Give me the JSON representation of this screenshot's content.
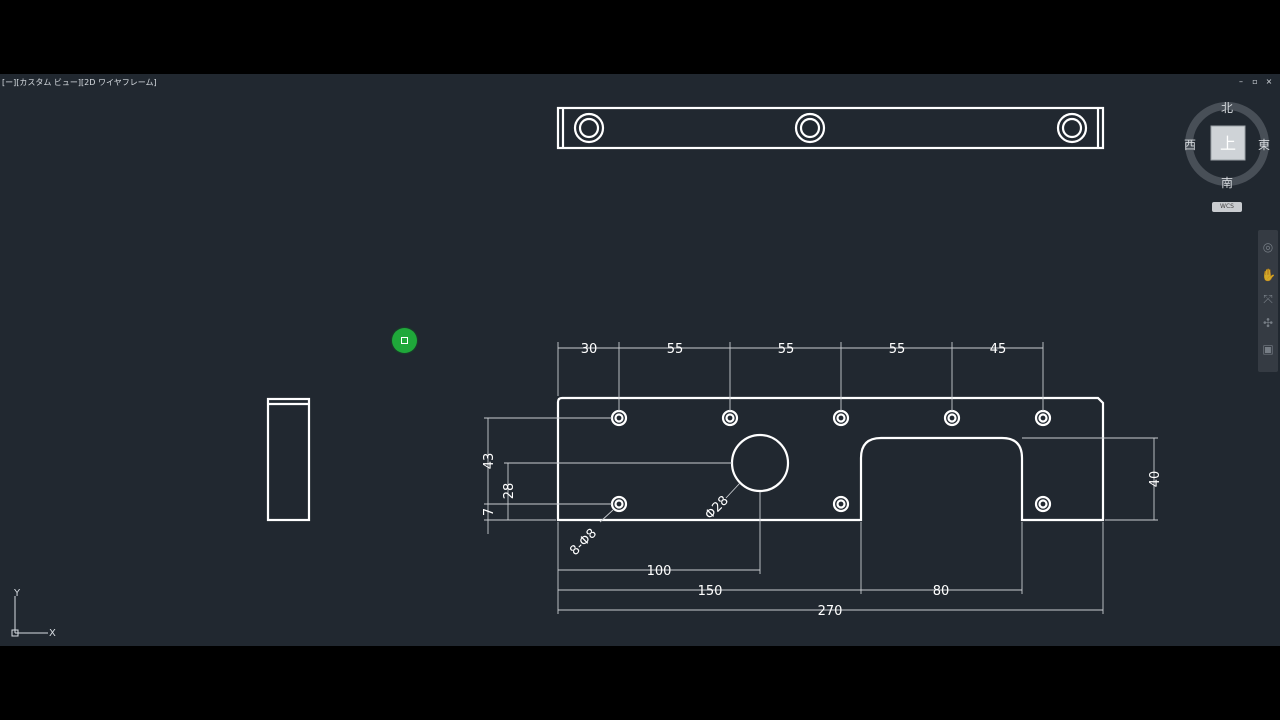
{
  "viewport": {
    "label": "[ー][カスタム ビュー][2D ワイヤフレーム]",
    "window_controls": [
      "–",
      "▫",
      "×"
    ]
  },
  "viewcube": {
    "face": "上",
    "north": "北",
    "south": "南",
    "east": "東",
    "west": "西",
    "wcs": "WCS"
  },
  "ucs": {
    "x_label": "X",
    "y_label": "Y"
  },
  "navbar": {
    "icons": [
      "steering-wheel-icon",
      "pan-icon",
      "zoom-icon",
      "orbit-icon",
      "showmotion-icon"
    ]
  },
  "dimensions": {
    "top_chain": [
      "30",
      "55",
      "55",
      "55",
      "45"
    ],
    "left_43": "43",
    "left_28": "28",
    "left_7": "7",
    "right_40": "40",
    "hole_small": "8-Φ8",
    "hole_large": "Φ28",
    "bottom_100": "100",
    "bottom_150": "150",
    "bottom_80": "80",
    "bottom_270": "270"
  },
  "colors": {
    "background": "#212830",
    "geometry": "#ffffff",
    "dimension": "#c9ccd0",
    "cursor_marker": "#1fa83a"
  }
}
